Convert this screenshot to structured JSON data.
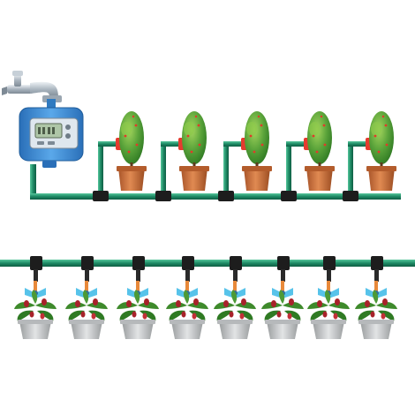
{
  "scene": {
    "background": "#ffffff",
    "upper_system": {
      "timer_display_icon": "digital-timer-lcd-icon",
      "pot_count": 5,
      "tee_connector_count": 5
    },
    "lower_system": {
      "pot_count": 8,
      "tee_connector_count": 8
    },
    "colors": {
      "hose": "#1e8a65",
      "hose_highlight": "#56c79c",
      "terracotta": "#c9713e",
      "terracotta_dark": "#9c4d22",
      "foliage": "#5aa33a",
      "foliage_dark": "#2f7a23",
      "dripper_red": "#e53b2f",
      "connector_black": "#1d1d1d",
      "timer_blue": "#3c8ed8",
      "timer_lcd": "#aec6a7",
      "faucet_steel": "#b9c3cc",
      "planter_grey": "#c9cbcc",
      "stake_orange": "#e8893a",
      "sprayer_blue": "#57c3ea",
      "leaf_green": "#3e8a2b",
      "leaf_red": "#a8222a"
    }
  }
}
